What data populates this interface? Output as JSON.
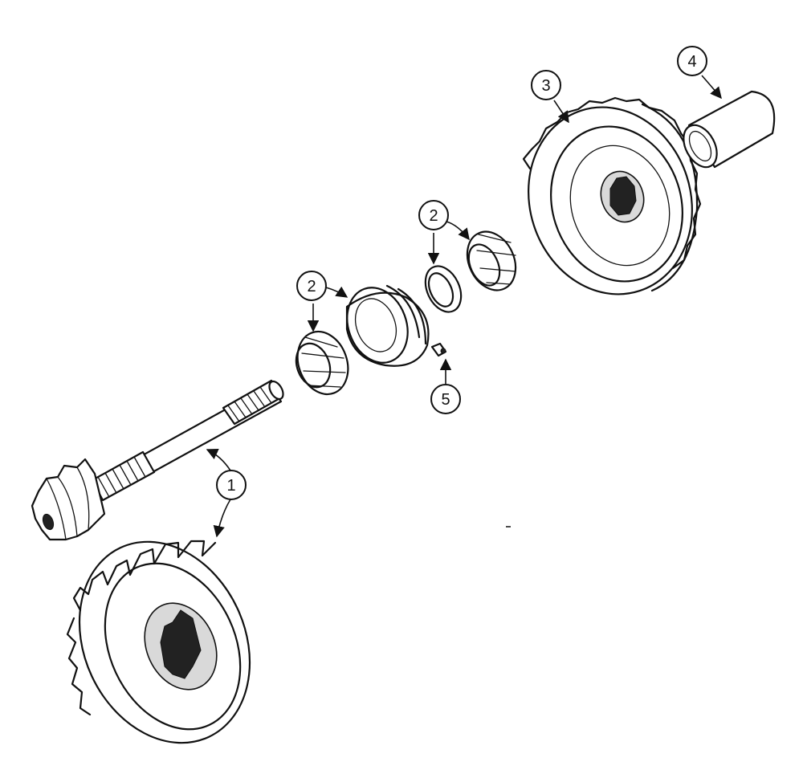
{
  "callouts": {
    "c1": "1",
    "c2a": "2",
    "c2b": "2",
    "c3": "3",
    "c4": "4",
    "c5": "5"
  },
  "colors": {
    "ink": "#111111",
    "paper": "#ffffff"
  }
}
